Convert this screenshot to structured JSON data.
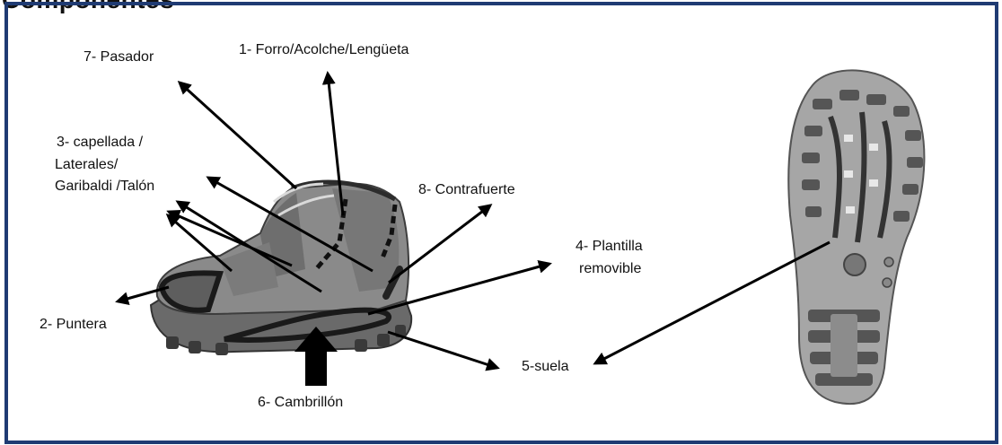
{
  "title": "Componentes",
  "labels": {
    "pasador": "7- Pasador",
    "forro": "1- Forro/Acolche/Lengüeta",
    "capellada_1": "3- capellada /",
    "capellada_2": "Laterales/",
    "capellada_3": "Garibaldi /Talón",
    "contrafuerte": "8- Contrafuerte",
    "plantilla_1": "4- Plantilla",
    "plantilla_2": "removible",
    "puntera": "2- Puntera",
    "suela": "5-suela",
    "cambrillon": "6- Cambrillón"
  },
  "colors": {
    "frame": "#1f3b73",
    "arrow": "#000000"
  }
}
